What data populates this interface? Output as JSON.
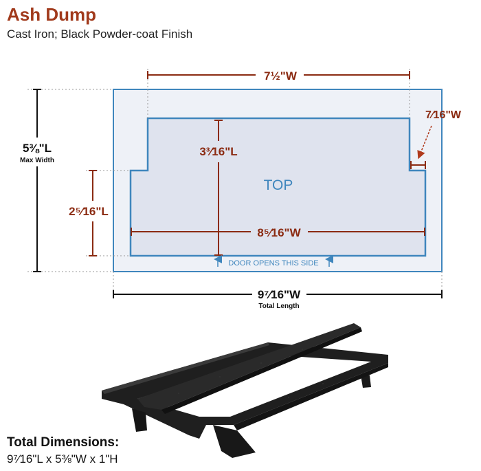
{
  "header": {
    "title": "Ash Dump",
    "subtitle": "Cast Iron; Black Powder-coat Finish"
  },
  "diagram": {
    "top_label": "TOP",
    "door_label": "DOOR OPENS THIS SIDE",
    "dims": {
      "top_width": "7½\"W",
      "side_offset": "7⁄16\"W",
      "inner_length": "3³⁄16\"L",
      "outer_length": "5⅜\"L",
      "outer_length_note": "Max Width",
      "lower_length": "2⁵⁄16\"L",
      "lower_width": "8⁵⁄16\"W",
      "total_width": "9⁷⁄16\"W",
      "total_width_note": "Total Length"
    }
  },
  "totals": {
    "label": "Total Dimensions:",
    "value": "9⁷⁄16\"L x 5⅜\"W x 1\"H"
  },
  "colors": {
    "title": "#a13a1c",
    "dimension": "#8b2b12",
    "outline": "#3f86bd",
    "plate_fill": "#eef1f7",
    "top_fill": "#dfe3ee"
  }
}
